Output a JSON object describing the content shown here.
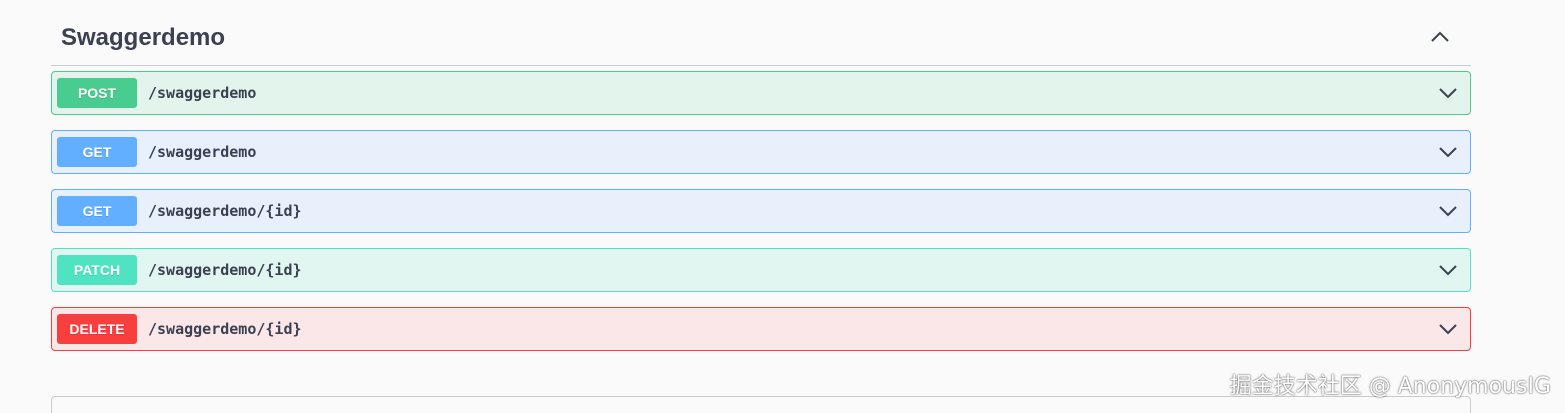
{
  "section": {
    "title": "Swaggerdemo",
    "collapse_icon": "chevron-up-icon"
  },
  "operations": [
    {
      "method": "POST",
      "path": "/swaggerdemo",
      "color": "#49cc90",
      "bg": "#e3f4ed"
    },
    {
      "method": "GET",
      "path": "/swaggerdemo",
      "color": "#61affe",
      "bg": "#e8f1fb"
    },
    {
      "method": "GET",
      "path": "/swaggerdemo/{id}",
      "color": "#61affe",
      "bg": "#e8f1fb"
    },
    {
      "method": "PATCH",
      "path": "/swaggerdemo/{id}",
      "color": "#50e3c2",
      "bg": "#e2f6f1"
    },
    {
      "method": "DELETE",
      "path": "/swaggerdemo/{id}",
      "color": "#f93e3e",
      "bg": "#fbe7e7"
    }
  ],
  "expand_icon": "chevron-down-icon",
  "watermark": "掘金技术社区 @ AnonymousIG"
}
